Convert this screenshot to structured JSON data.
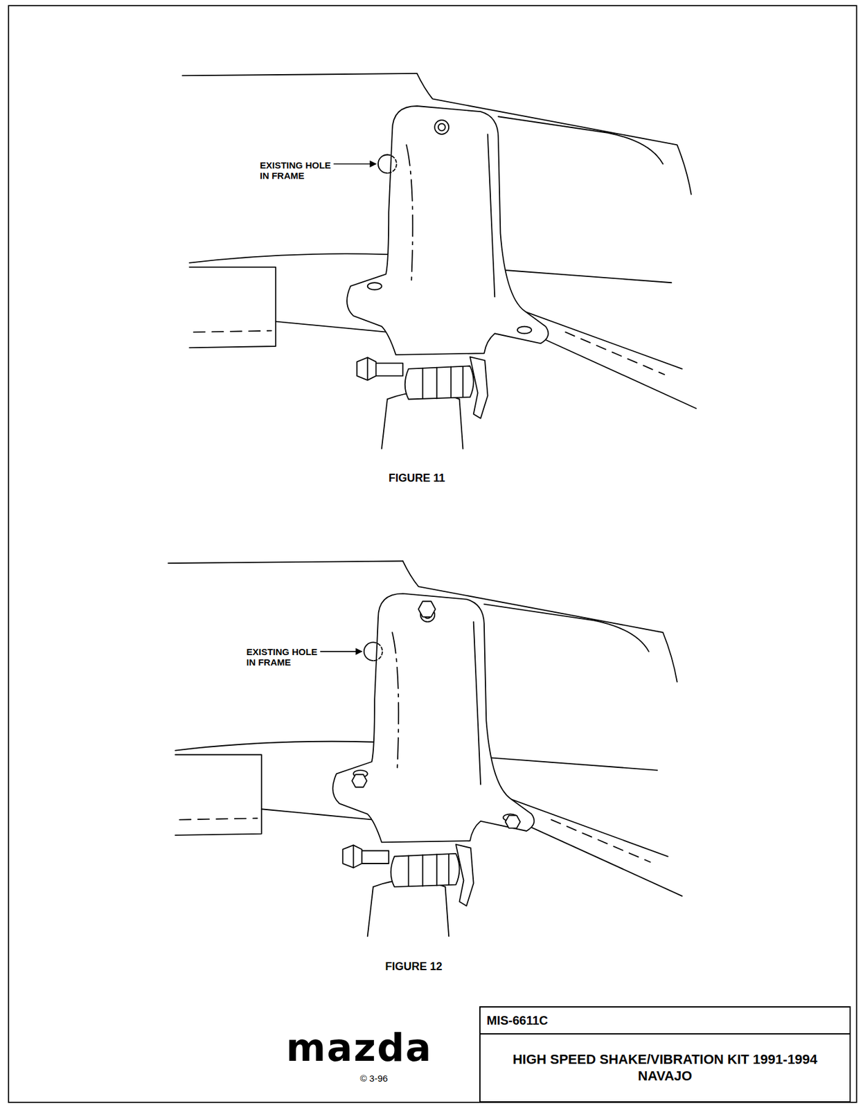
{
  "diagram": {
    "nodes": [
      {
        "text": [
          "MIS-6611C"
        ]
      },
      {
        "text": [
          "HIGH SPEED SHAKE/VIBRATION KIT 1991-1994 NAVAJO"
        ]
      }
    ],
    "labels": [
      "EXISTING HOLE IN FRAME",
      "EXISTING HOLE IN FRAME",
      "FIGURE 11",
      "FIGURE 12",
      "mazda",
      "© 3-96"
    ]
  }
}
